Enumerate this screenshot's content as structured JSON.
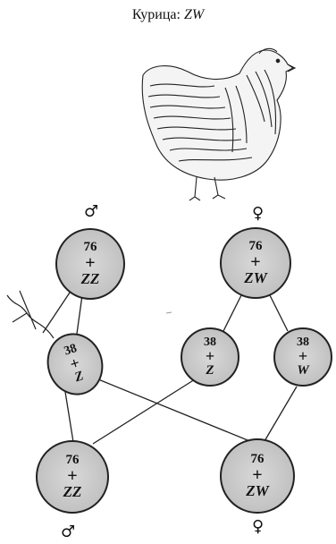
{
  "title": {
    "label": "Курица:",
    "symbol": "ZW"
  },
  "sex_symbols": {
    "male": "♂",
    "female": "♀"
  },
  "cells": {
    "parent_male": {
      "count": "76",
      "plus": "+",
      "chromosomes": "ZZ"
    },
    "parent_female": {
      "count": "76",
      "plus": "+",
      "chromosomes": "ZW"
    },
    "gamete_male": {
      "count": "38",
      "plus": "+",
      "chromosomes": "Z"
    },
    "gamete_female_z": {
      "count": "38",
      "plus": "+",
      "chromosomes": "Z"
    },
    "gamete_female_w": {
      "count": "38",
      "plus": "+",
      "chromosomes": "W"
    },
    "offspring_male": {
      "count": "76",
      "plus": "+",
      "chromosomes": "ZZ"
    },
    "offspring_female": {
      "count": "76",
      "plus": "+",
      "chromosomes": "ZW"
    }
  },
  "colors": {
    "cell_fill": "#c8c8c8",
    "line": "#222222"
  }
}
